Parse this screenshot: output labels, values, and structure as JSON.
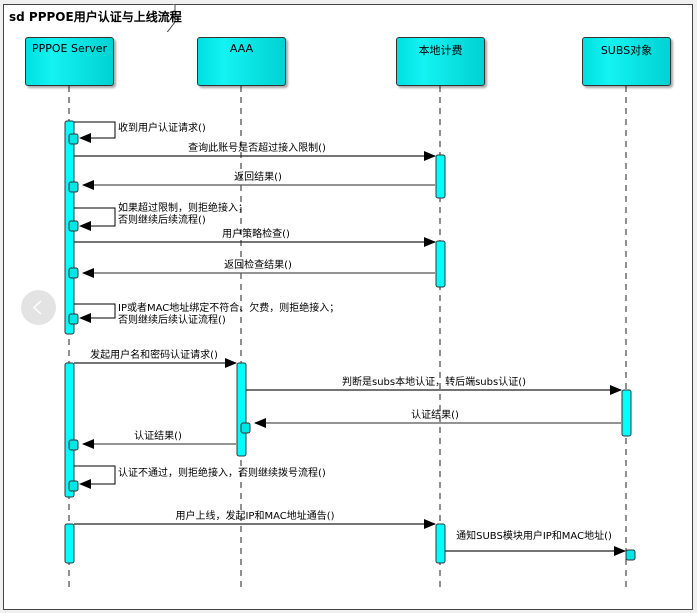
{
  "diagram": {
    "title": "sd PPPOE用户认证与上线流程",
    "colors": {
      "activation": "#00ffff",
      "head_fill": "#00e0e0",
      "line": "#333333"
    },
    "lifelines": [
      {
        "id": "pppoe",
        "label": "PPPOE Server"
      },
      {
        "id": "aaa",
        "label": "AAA"
      },
      {
        "id": "billing",
        "label": "本地计费"
      },
      {
        "id": "subs",
        "label": "SUBS对象"
      }
    ],
    "messages": [
      {
        "from": "pppoe",
        "to": "pppoe",
        "label": "收到用户认证请求()",
        "kind": "self"
      },
      {
        "from": "pppoe",
        "to": "billing",
        "label": "查询此账号是否超过接入限制()",
        "kind": "call"
      },
      {
        "from": "billing",
        "to": "pppoe",
        "label": "返回结果()",
        "kind": "return"
      },
      {
        "from": "pppoe",
        "to": "pppoe",
        "label": "如果超过限制，则拒绝接入；\n否则继续后续流程()",
        "kind": "self"
      },
      {
        "from": "pppoe",
        "to": "billing",
        "label": "用户策略检查()",
        "kind": "call"
      },
      {
        "from": "billing",
        "to": "pppoe",
        "label": "返回检查结果()",
        "kind": "return"
      },
      {
        "from": "pppoe",
        "to": "pppoe",
        "label": "IP或者MAC地址绑定不符合、欠费，则拒绝接入；\n否则继续后续认证流程()",
        "kind": "self"
      },
      {
        "from": "pppoe",
        "to": "aaa",
        "label": "发起用户名和密码认证请求()",
        "kind": "call"
      },
      {
        "from": "aaa",
        "to": "subs",
        "label": "判断是subs本地认证，转后端subs认证()",
        "kind": "call"
      },
      {
        "from": "subs",
        "to": "aaa",
        "label": "认证结果()",
        "kind": "return"
      },
      {
        "from": "aaa",
        "to": "pppoe",
        "label": "认证结果()",
        "kind": "return"
      },
      {
        "from": "pppoe",
        "to": "pppoe",
        "label": "认证不通过，则拒绝接入，否则继续拨号流程()",
        "kind": "self"
      },
      {
        "from": "pppoe",
        "to": "billing",
        "label": "用户上线，发起IP和MAC地址通告()",
        "kind": "call"
      },
      {
        "from": "billing",
        "to": "subs",
        "label": "通知SUBS模块用户IP和MAC地址()",
        "kind": "call"
      }
    ]
  },
  "overlay": {
    "nav_icon": "chevron-left-icon"
  }
}
